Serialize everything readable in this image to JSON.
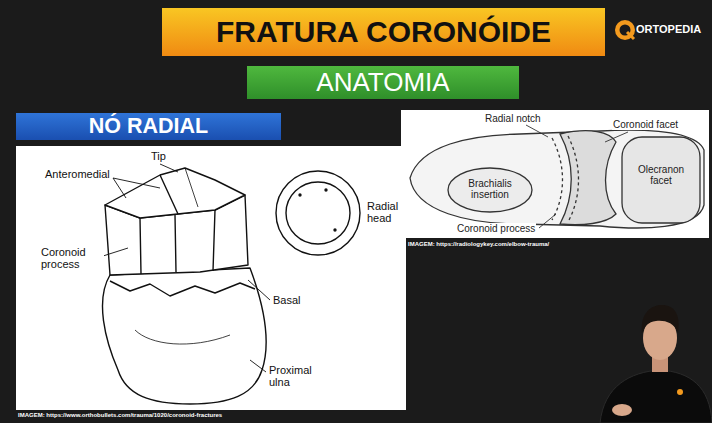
{
  "diagram": {
    "title": "FRATURA CORONÓIDE",
    "nodes": [
      {
        "text": [
          "ANATOMIA"
        ]
      },
      {
        "text": [
          "NÓ RADIAL"
        ]
      }
    ],
    "labels": [
      "ORTOPEDIA",
      "Tip",
      "Anteromedial",
      "Radial head",
      "Coronoid process",
      "Basal",
      "Proximal ulna",
      "IMAGEM: https://www.orthobullets.com/trauma/1020/coronoid-fractures",
      "Radial notch",
      "Coronoid facet",
      "Olecranon facet",
      "Brachialis insertion",
      "Coronoid process",
      "IMAGEM: https://radiologykey.com/elbow-trauma/"
    ]
  }
}
